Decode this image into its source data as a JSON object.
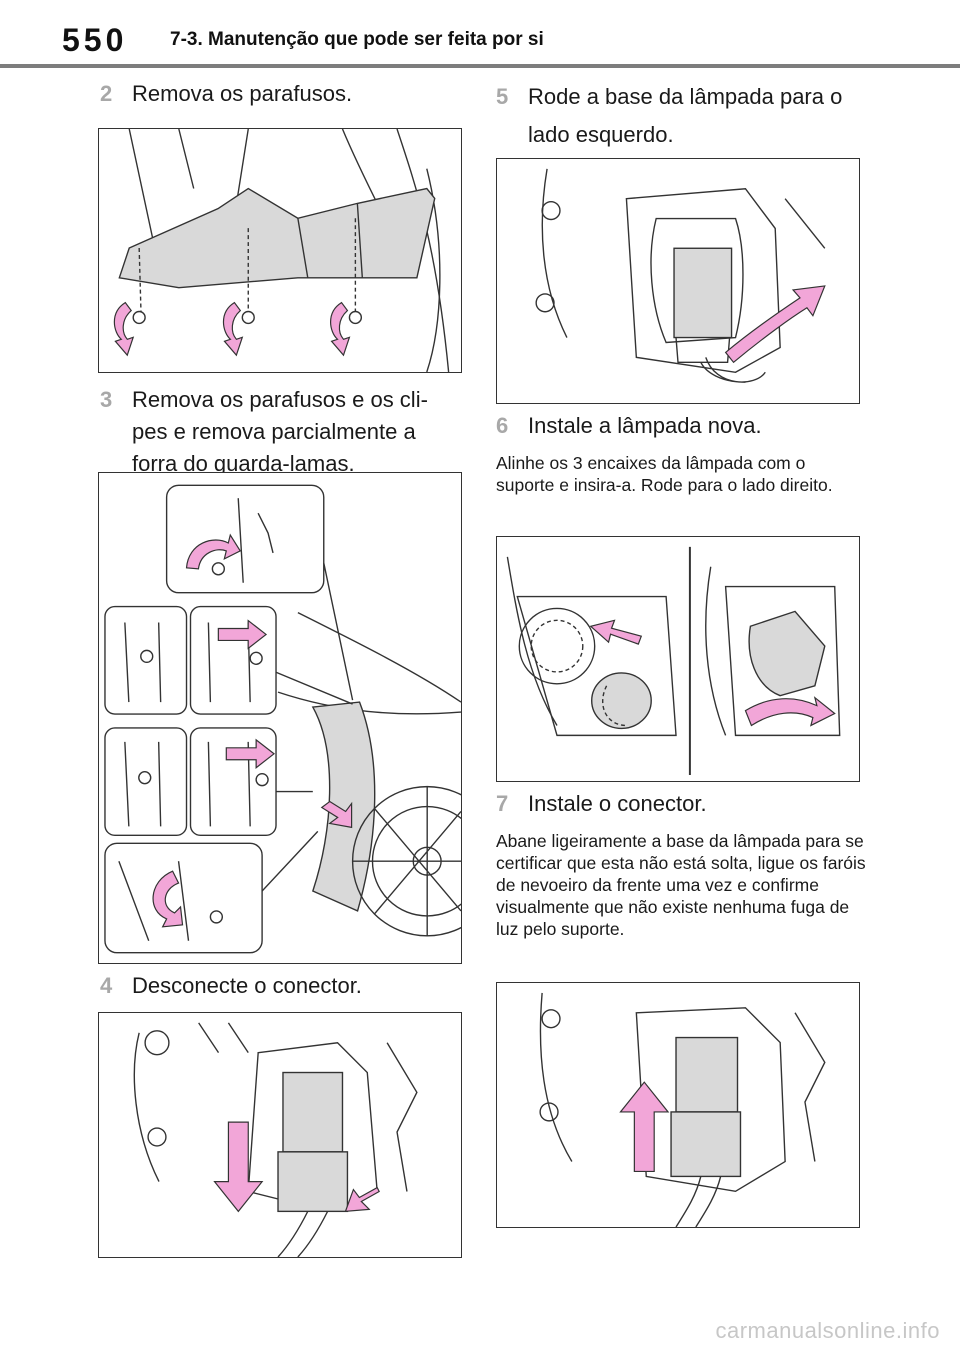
{
  "header": {
    "page_number": "550",
    "section_title": "7-3. Manutenção que pode ser feita por si"
  },
  "steps": [
    {
      "number": "2",
      "text": "Remova os parafusos."
    },
    {
      "number": "3",
      "text": "Remova os parafusos e os cli-pes e remova parcialmente a forra do guarda-lamas."
    },
    {
      "number": "4",
      "text": "Desconecte o conector."
    },
    {
      "number": "5",
      "text": "Rode a base da lâmpada para o lado esquerdo."
    },
    {
      "number": "6",
      "text": "Instale a lâmpada nova."
    },
    {
      "number": "7",
      "text": "Instale o conector."
    }
  ],
  "notes": {
    "step6": "Alinhe os 3 encaixes da lâmpada com o suporte e insira-a. Rode para o lado direito.",
    "step7": "Abane ligeiramente a base da lâmpada para se certificar que esta não está solta, ligue os faróis de nevoeiro da frente uma vez e confirme visualmente que não existe nenhuma fuga de luz pelo suporte."
  },
  "watermark": "carmanualsonline.info",
  "colors": {
    "arrow_fill": "#f2a6d8",
    "line": "#333333",
    "part_fill": "#d9d9d9",
    "step_number": "#a8a8a8",
    "rule": "#7d7d7d"
  }
}
